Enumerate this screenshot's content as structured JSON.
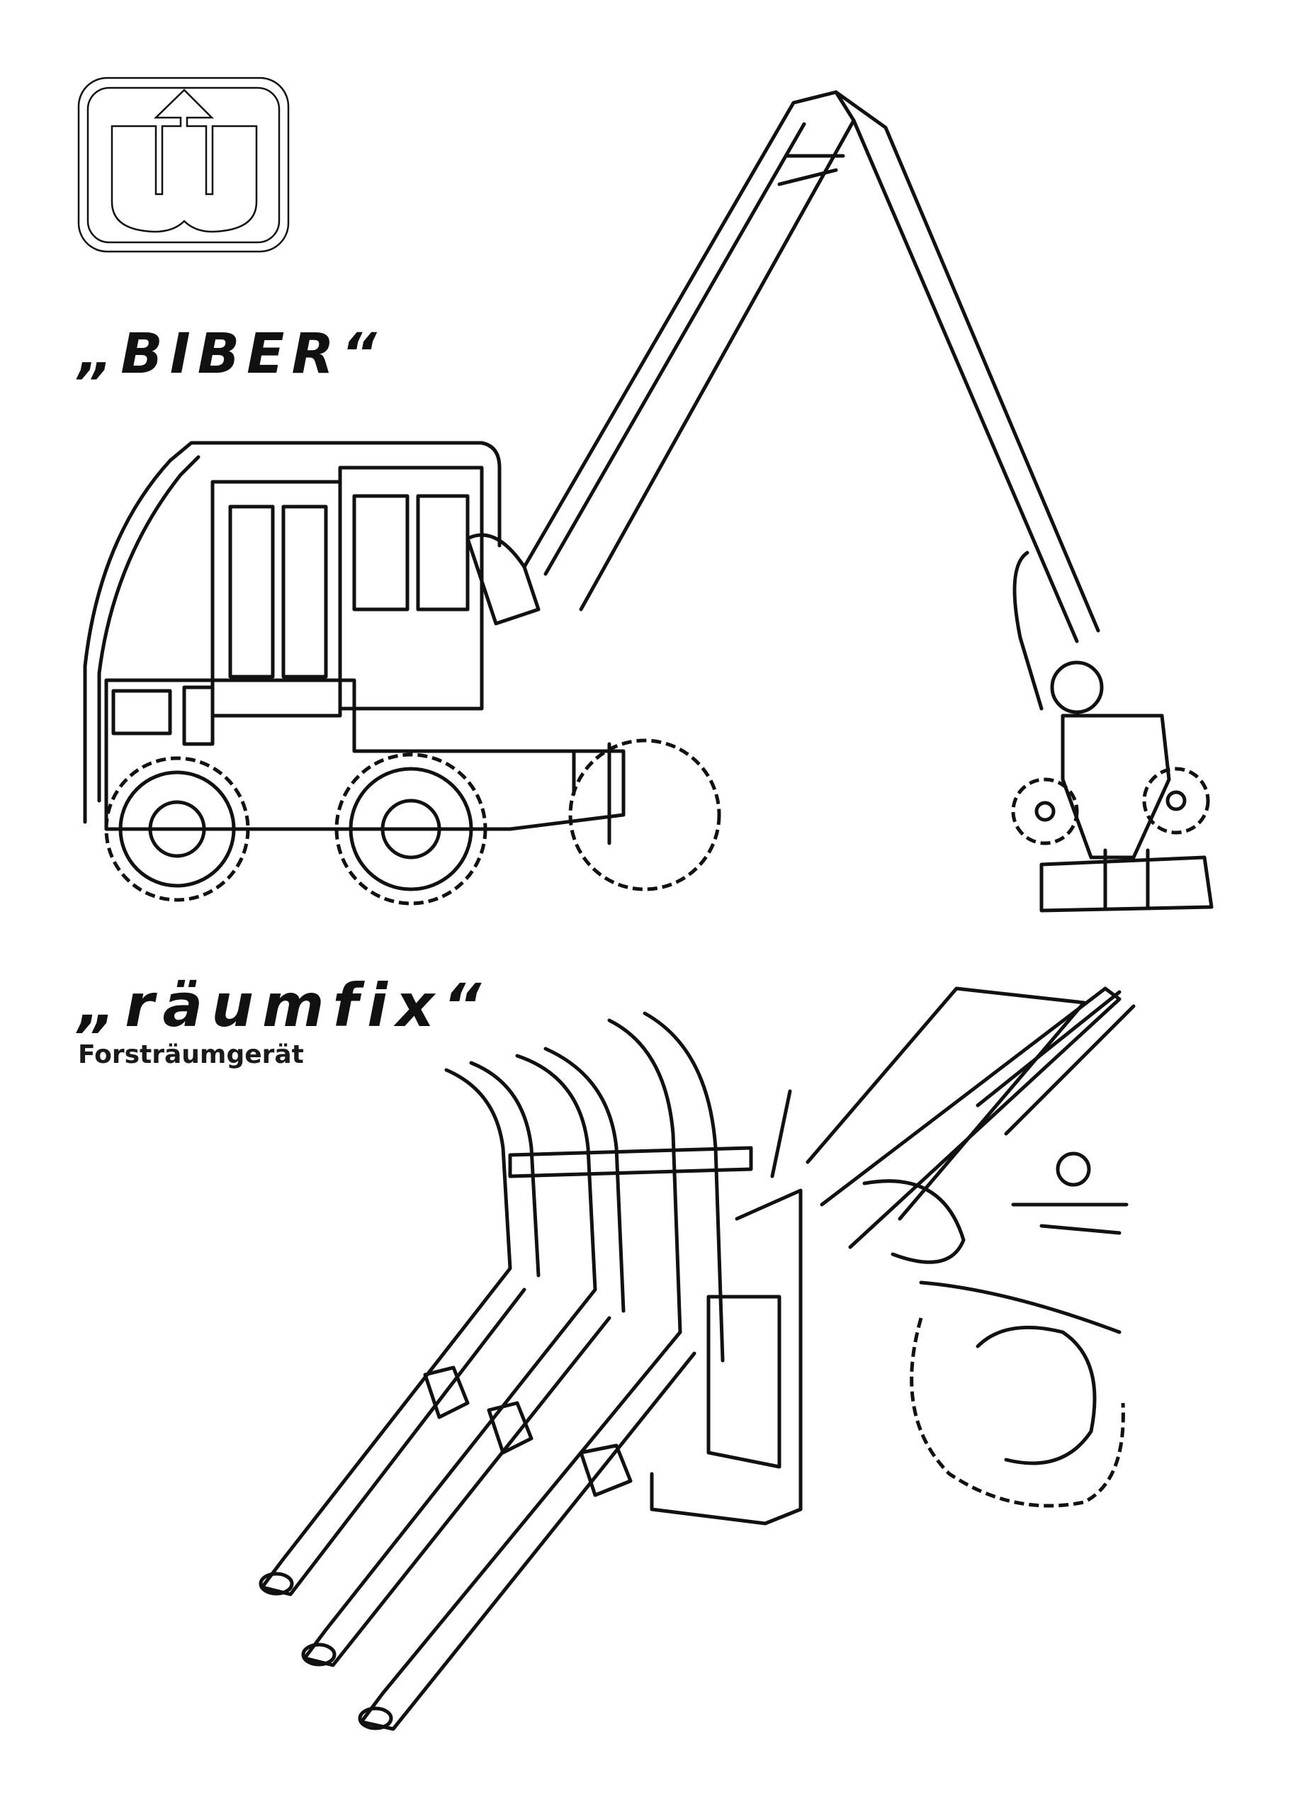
{
  "logo": {
    "name": "W-arrow-logo"
  },
  "products": [
    {
      "title": "„BIBER“"
    },
    {
      "title": "„räumfix“",
      "subtitle": "Forsträumgerät"
    }
  ],
  "colors": {
    "ink": "#111111",
    "paper": "#ffffff"
  }
}
